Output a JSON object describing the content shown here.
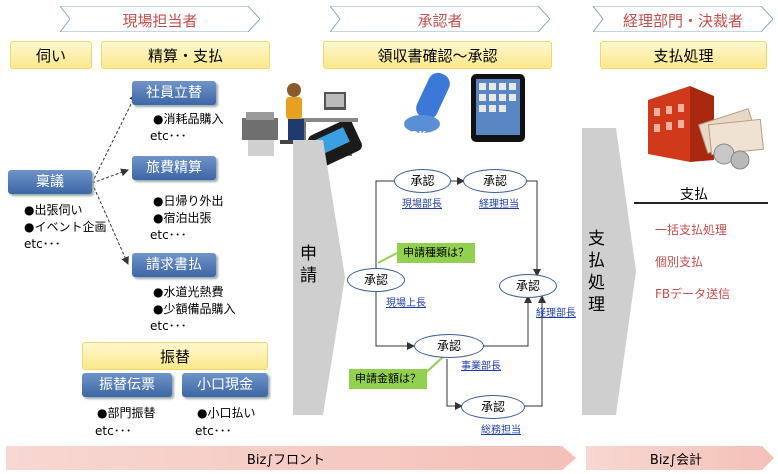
{
  "headers": {
    "field": "現場担当者",
    "approver": "承認者",
    "finance": "経理部門・決裁者"
  },
  "sub": {
    "inquiry": "伺い",
    "settle": "精算・支払",
    "receipt": "領収書確認～承認",
    "payment": "支払処理"
  },
  "left": {
    "ringi": "稟議",
    "ringi_items": [
      "●出張伺い",
      "●イベント企画"
    ],
    "etc": "etc･･･",
    "b1": "社員立替",
    "b1_items": [
      "●消耗品購入"
    ],
    "b2": "旅費精算",
    "b2_items": [
      "●日帰り外出",
      "●宿泊出張"
    ],
    "b3": "請求書払",
    "b3_items": [
      "●水道光熱費",
      "●少額備品購入"
    ],
    "transfer": "振替",
    "t1": "振替伝票",
    "t1_items": [
      "●部門振替"
    ],
    "t2": "小口現金",
    "t2_items": [
      "●小口払い"
    ]
  },
  "mid": {
    "apply": "申請",
    "ok": "OK",
    "approve": "承認",
    "q1": "申請種類は？",
    "q2": "申請金額は？",
    "roles": {
      "r1": "現場部長",
      "r2": "経理担当",
      "r3": "現場上長",
      "r4": "経理部長",
      "r5": "事業部長",
      "r6": "総務担当"
    }
  },
  "right": {
    "shiharai_v": "支払処理",
    "bank": "BANK",
    "pay": "支払",
    "items": [
      "一括支払処理",
      "個別支払",
      "FBデータ送信"
    ]
  },
  "footer": {
    "front": "Biz∫フロント",
    "kaikei": "Biz∫会計"
  }
}
